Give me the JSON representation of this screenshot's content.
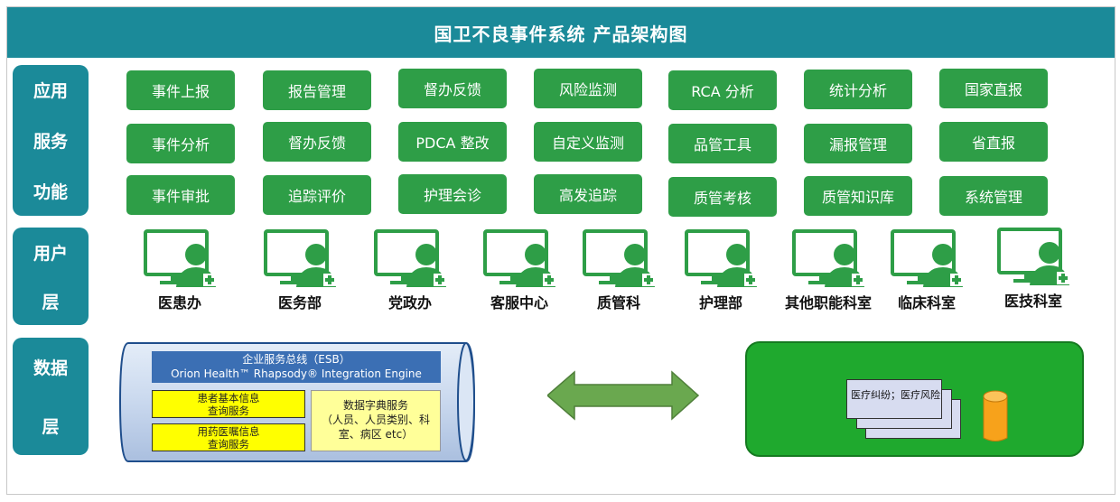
{
  "title": "国卫不良事件系统  产品架构图",
  "layers": {
    "app": [
      "应用",
      "服务",
      "功能"
    ],
    "user": [
      "用户",
      "层"
    ],
    "data": [
      "数据",
      "层"
    ]
  },
  "functions": [
    [
      "事件上报",
      "报告管理",
      "督办反馈",
      "风险监测",
      "RCA 分析",
      "统计分析",
      "国家直报"
    ],
    [
      "事件分析",
      "督办反馈",
      "PDCA 整改",
      "自定义监测",
      "品管工具",
      "漏报管理",
      "省直报"
    ],
    [
      "事件审批",
      "追踪评价",
      "护理会诊",
      "高发追踪",
      "质管考核",
      "质管知识库",
      "系统管理"
    ]
  ],
  "users": [
    "医患办",
    "医务部",
    "党政办",
    "客服中心",
    "质管科",
    "护理部",
    "其他职能科室",
    "临床科室",
    "医技科室"
  ],
  "data_layer": {
    "esb_title": "企业服务总线（ESB）",
    "esb_engine": "Orion Health™ Rhapsody® Integration Engine",
    "patient_info": [
      "患者基本信息",
      "查询服务"
    ],
    "medication_info": [
      "用药医嘱信息",
      "查询服务"
    ],
    "dictionary": [
      "数据字典服务",
      "（人员、人员类别、科",
      "室、病区 etc）"
    ],
    "dispute_doc": "医疗纠纷；医疗风险"
  },
  "colors": {
    "teal": "#1b8a99",
    "green_button": "#2e9e47",
    "green_panel": "#1fa92e",
    "arrow_green": "#6aa84f",
    "esb_blue": "#3b6fb4",
    "yellow": "#ffff00",
    "db_orange": "#f7a21b"
  },
  "icons": {
    "user": "monitor-with-doctor-icon",
    "arrow": "double-arrow-icon",
    "database": "database-cylinder-icon"
  }
}
